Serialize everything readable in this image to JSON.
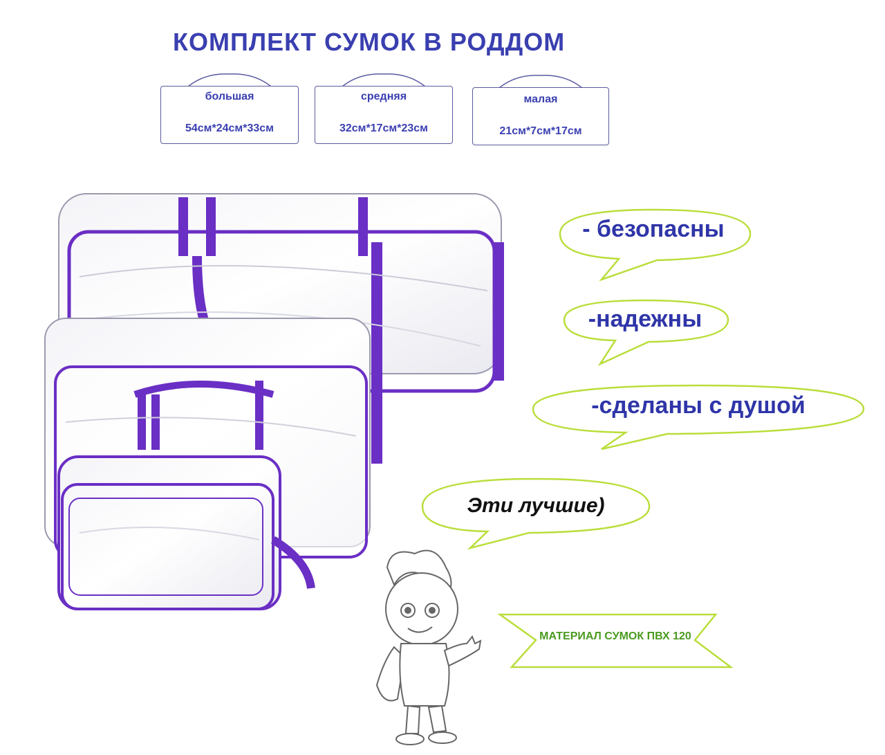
{
  "title": "КОМПЛЕКТ СУМОК В РОДДОМ",
  "sizes": [
    {
      "name": "большая",
      "dims": "54см*24см*33см"
    },
    {
      "name": "средняя",
      "dims": "32см*17см*23см"
    },
    {
      "name": "малая",
      "dims": "21см*7см*17см"
    }
  ],
  "bubbles": {
    "safe": "- безопасны",
    "reliable": "-надежны",
    "soul": "-сделаны с душой",
    "best": "Эти лучшие)"
  },
  "material": "МАТЕРИАЛ СУМОК  ПВХ 120",
  "colors": {
    "accent_blue": "#3a3fb0",
    "bag_purple": "#6a2fc4",
    "bubble_green": "#b9de3a"
  }
}
